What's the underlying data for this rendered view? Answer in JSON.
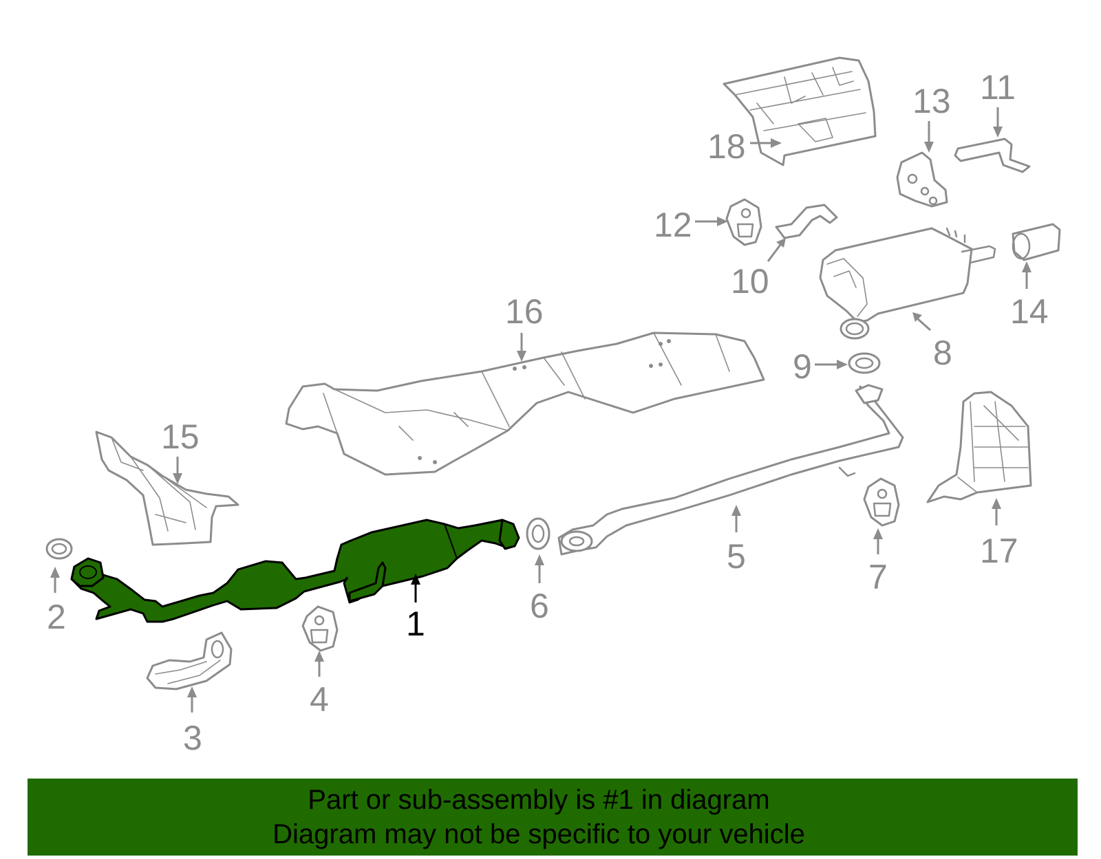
{
  "colors": {
    "highlight": "#1f6b00",
    "part_outline": "#8c8c8c",
    "banner_background": "#1f6b00"
  },
  "callouts": [
    {
      "label": "1",
      "highlighted": true
    },
    {
      "label": "2",
      "highlighted": false
    },
    {
      "label": "3",
      "highlighted": false
    },
    {
      "label": "4",
      "highlighted": false
    },
    {
      "label": "5",
      "highlighted": false
    },
    {
      "label": "6",
      "highlighted": false
    },
    {
      "label": "7",
      "highlighted": false
    },
    {
      "label": "8",
      "highlighted": false
    },
    {
      "label": "9",
      "highlighted": false
    },
    {
      "label": "10",
      "highlighted": false
    },
    {
      "label": "11",
      "highlighted": false
    },
    {
      "label": "12",
      "highlighted": false
    },
    {
      "label": "13",
      "highlighted": false
    },
    {
      "label": "14",
      "highlighted": false
    },
    {
      "label": "15",
      "highlighted": false
    },
    {
      "label": "16",
      "highlighted": false
    },
    {
      "label": "17",
      "highlighted": false
    },
    {
      "label": "18",
      "highlighted": false
    }
  ],
  "banner": {
    "line1": "Part or sub-assembly is #1 in diagram",
    "line2": "Diagram may not be specific to your vehicle"
  }
}
